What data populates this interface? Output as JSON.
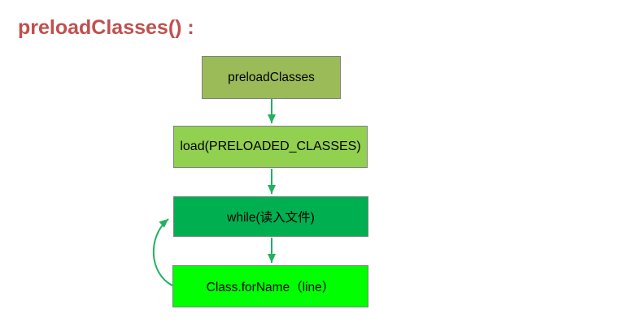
{
  "title": {
    "text": "preloadClasses() :"
  },
  "colors": {
    "title": "#C0504D",
    "arrow": "#1FB25F",
    "border": "#808080",
    "text": "#000000",
    "node_preload": "#9BBB59",
    "node_load": "#92D050",
    "node_while": "#00B050",
    "node_forname": "#00FF00",
    "background": "#FFFFFF"
  },
  "flowchart": {
    "nodes": [
      {
        "id": "preload",
        "label": "preloadClasses"
      },
      {
        "id": "load",
        "label": "load(PRELOADED_CLASSES)"
      },
      {
        "id": "while",
        "label": "while(读入文件)"
      },
      {
        "id": "forname",
        "label": "Class.forName（line）"
      }
    ],
    "edges": [
      {
        "from": "preload",
        "to": "load",
        "type": "straight-down"
      },
      {
        "from": "load",
        "to": "while",
        "type": "straight-down"
      },
      {
        "from": "while",
        "to": "forname",
        "type": "straight-down"
      },
      {
        "from": "forname",
        "to": "while",
        "type": "loop-back-left"
      }
    ]
  }
}
